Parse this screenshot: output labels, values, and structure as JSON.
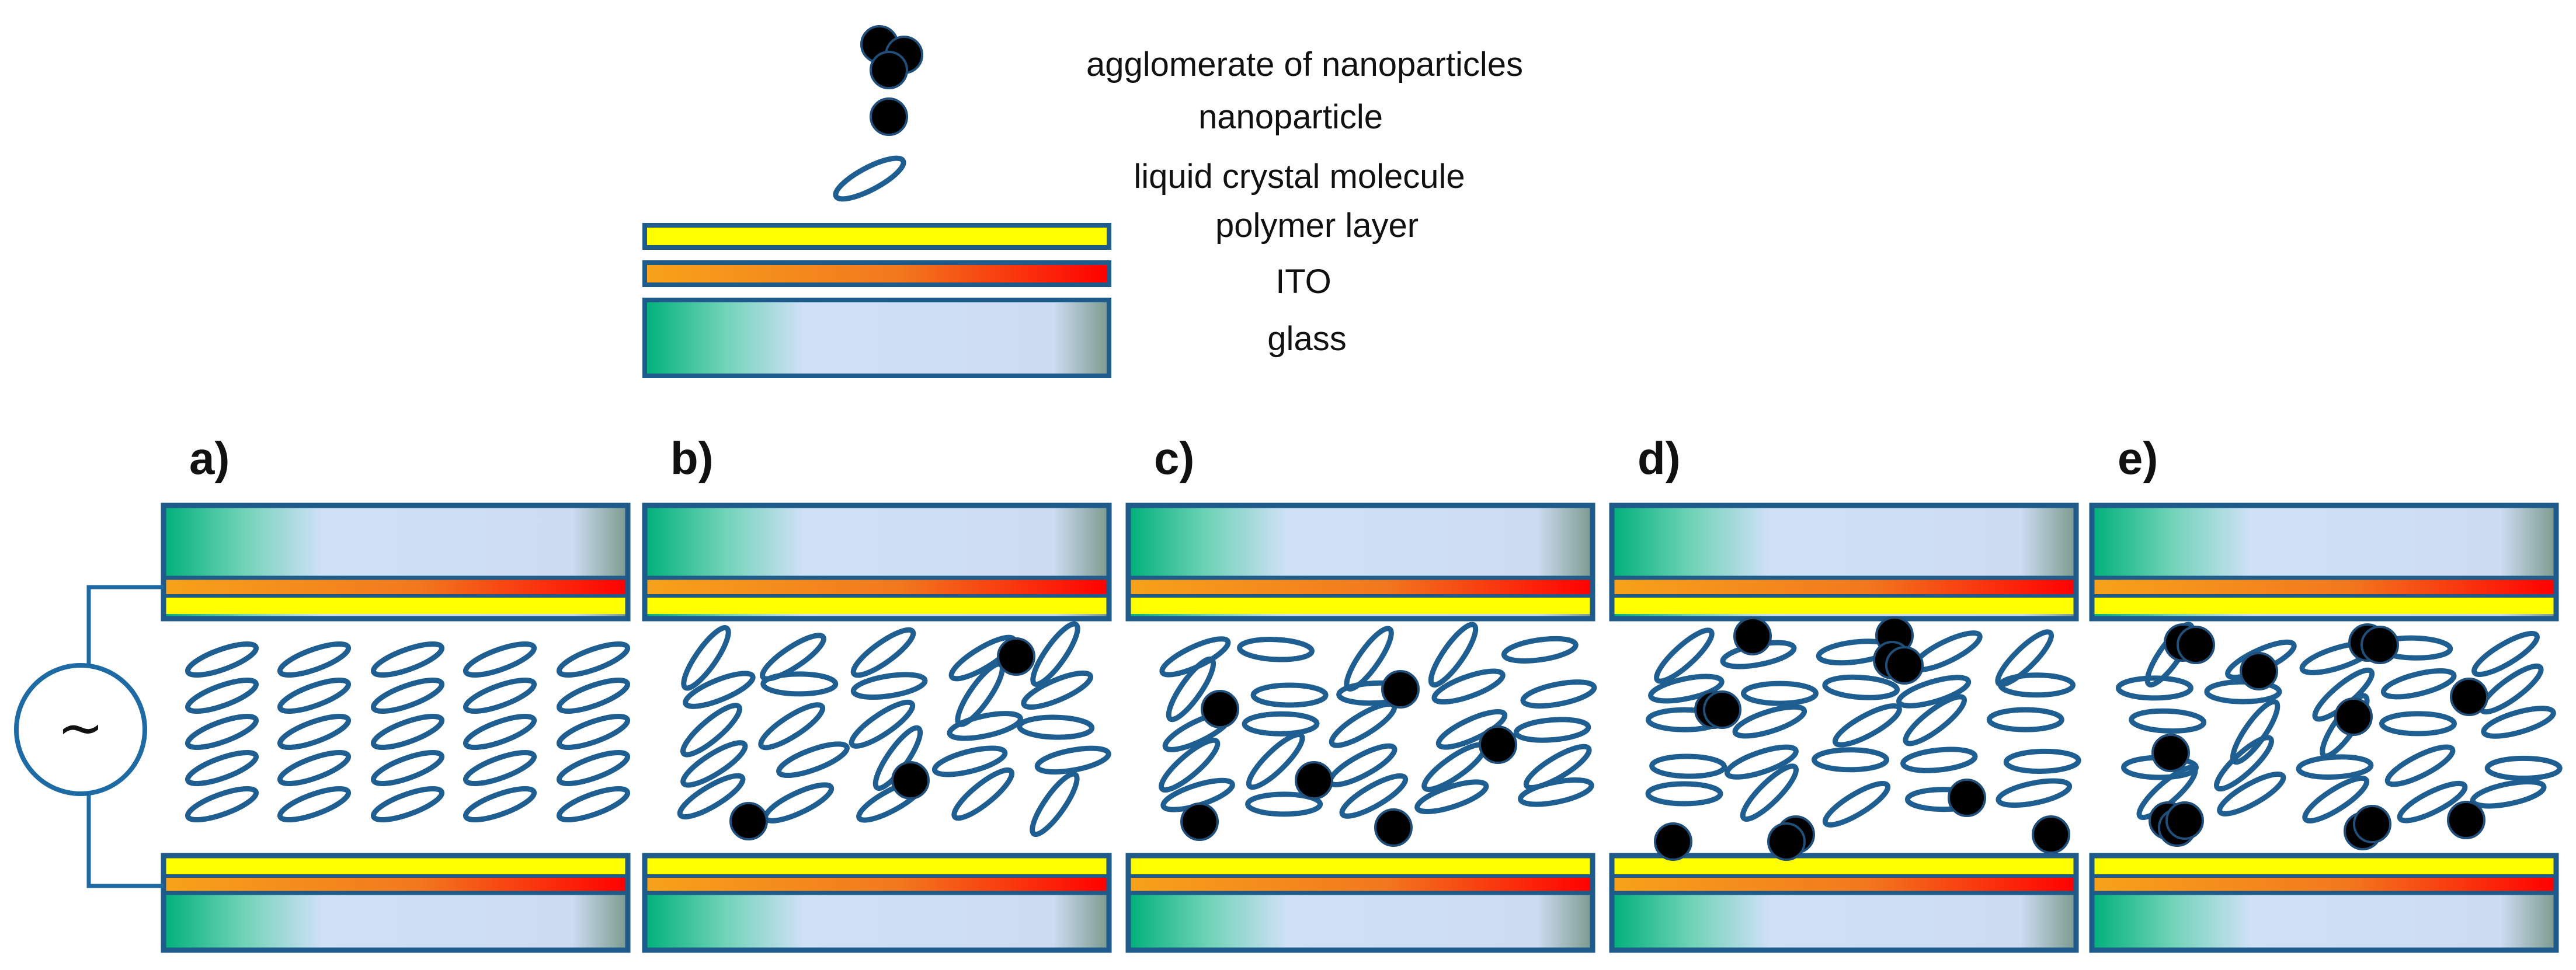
{
  "legend": {
    "agglomerate": "agglomerate of nanoparticles",
    "nanoparticle": "nanoparticle",
    "lc_molecule": "liquid crystal molecule",
    "polymer": "polymer layer",
    "ito": "ITO",
    "glass": "glass"
  },
  "panels": [
    {
      "label": "a)"
    },
    {
      "label": "b)"
    },
    {
      "label": "c)"
    },
    {
      "label": "d)"
    },
    {
      "label": "e)"
    }
  ],
  "source": {
    "symbol": "~"
  },
  "colors": {
    "frame": "#1e5a8a",
    "molecule": "#1f5e91",
    "polymer": "#ffff00",
    "ito_start": "#f7a21a",
    "ito_end": "#ff0000",
    "glass_green": "#00b07a",
    "glass_blue": "#cfe0f7",
    "wire": "#1e6aa5",
    "nanoparticle": "#000000"
  },
  "icons": {
    "agglomerate": "agglomerate-icon",
    "nanoparticle": "nanoparticle-icon",
    "molecule": "lc-molecule-icon",
    "ac_source": "ac-source-icon"
  }
}
